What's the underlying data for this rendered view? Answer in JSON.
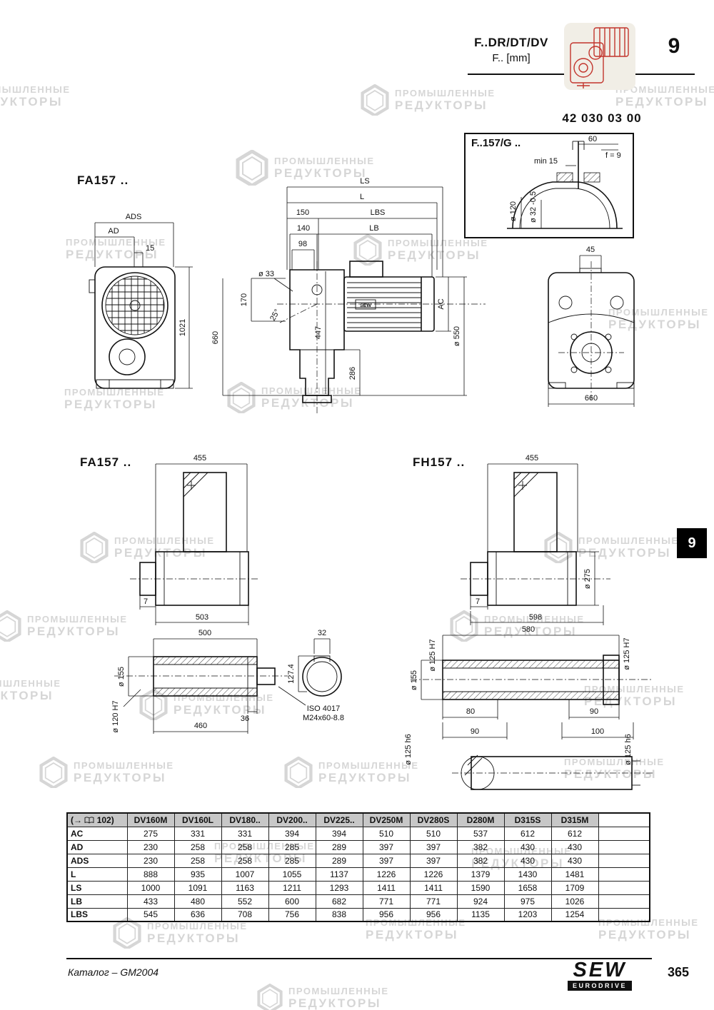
{
  "header": {
    "model_line": "F..DR/DT/DV",
    "unit_line": "F.. [mm]",
    "chapter_number": "9",
    "part_number": "42 030 03 00"
  },
  "side_tab": "9",
  "watermark": {
    "line1": "ПРОМЫШЛЕННЫЕ",
    "line2": "РЕДУКТОРЫ"
  },
  "drawings": {
    "inset": {
      "title": "F..157/G ..",
      "labels": {
        "d60": "60",
        "f9": "f = 9",
        "min15": "min 15",
        "dia120": "ø 120",
        "dia32": "ø 32 -0.5"
      }
    },
    "fa157_top": {
      "title": "FA157 ..",
      "labels": {
        "ads": "ADS",
        "ad": "AD",
        "n15": "15",
        "n1021": "1021"
      }
    },
    "side_view": {
      "labels": {
        "ls": "LS",
        "l": "L",
        "n150": "150",
        "lbs": "LBS",
        "n140": "140",
        "lb": "LB",
        "n98": "98",
        "dia33": "ø 33",
        "deg25": "25°",
        "n170": "170",
        "n660": "660",
        "n447": "447",
        "n286": "286",
        "ac": "AC",
        "dia550": "ø 550",
        "motor_brand": "SEW"
      }
    },
    "rear_view": {
      "labels": {
        "n45": "45",
        "n660": "660"
      }
    },
    "fa157_side": {
      "title": "FA157 ..",
      "labels": {
        "n455": "455",
        "n7": "7",
        "n503": "503"
      }
    },
    "fh157_side": {
      "title": "FH157 ..",
      "labels": {
        "n455": "455",
        "dia275": "ø 275",
        "n7": "7",
        "n598": "598"
      }
    },
    "fa_shaft": {
      "labels": {
        "n500": "500",
        "n32": "32",
        "dia155": "ø 155",
        "dia120h7": "ø 120 H7",
        "n127": "127.4",
        "n36": "36",
        "n460": "460",
        "iso_line1": "ISO 4017",
        "iso_line2": "M24x60-8.8"
      }
    },
    "fh_shaft": {
      "labels": {
        "n580": "580",
        "dia125h7": "ø 125 H7",
        "dia155": "ø 155",
        "n80": "80",
        "n90a": "90",
        "n90b": "90",
        "n100": "100",
        "dia125h6": "ø 125 h6"
      }
    }
  },
  "table": {
    "ref_prefix": "(→",
    "ref_number": "102)",
    "columns": [
      "DV160M",
      "DV160L",
      "DV180..",
      "DV200..",
      "DV225..",
      "DV250M",
      "DV280S",
      "D280M",
      "D315S",
      "D315M"
    ],
    "rows": [
      {
        "label": "AC",
        "values": [
          "275",
          "331",
          "331",
          "394",
          "394",
          "510",
          "510",
          "537",
          "612",
          "612"
        ]
      },
      {
        "label": "AD",
        "values": [
          "230",
          "258",
          "258",
          "285",
          "289",
          "397",
          "397",
          "382",
          "430",
          "430"
        ]
      },
      {
        "label": "ADS",
        "values": [
          "230",
          "258",
          "258",
          "285",
          "289",
          "397",
          "397",
          "382",
          "430",
          "430"
        ]
      },
      {
        "label": "L",
        "values": [
          "888",
          "935",
          "1007",
          "1055",
          "1137",
          "1226",
          "1226",
          "1379",
          "1430",
          "1481"
        ]
      },
      {
        "label": "LS",
        "values": [
          "1000",
          "1091",
          "1163",
          "1211",
          "1293",
          "1411",
          "1411",
          "1590",
          "1658",
          "1709"
        ]
      },
      {
        "label": "LB",
        "values": [
          "433",
          "480",
          "552",
          "600",
          "682",
          "771",
          "771",
          "924",
          "975",
          "1026"
        ]
      },
      {
        "label": "LBS",
        "values": [
          "545",
          "636",
          "708",
          "756",
          "838",
          "956",
          "956",
          "1135",
          "1203",
          "1254"
        ]
      }
    ]
  },
  "footer": {
    "catalog": "Каталог – GM2004",
    "brand_top": "SEW",
    "brand_bottom": "EURODRIVE",
    "page_number": "365"
  }
}
